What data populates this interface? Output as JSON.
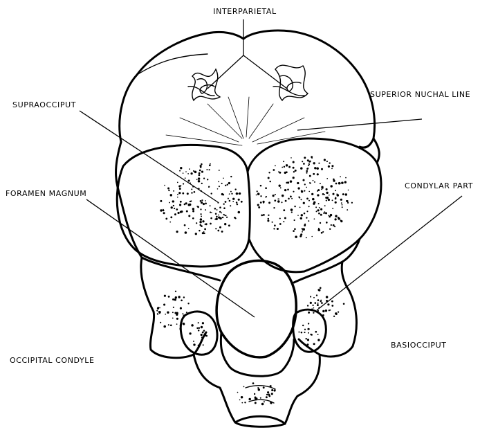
{
  "labels": {
    "interparietal": "INTERPARIETAL",
    "supraocciput": "SUPRAOCCIPUT",
    "superior_nuchal_line": "SUPERIOR NUCHAL LINE",
    "condylar_part": "CONDYLAR PART",
    "foramen_magnum": "FORAMEN MAGNUM",
    "occipital_condyle": "OCCIPITAL CONDYLE",
    "basiocciput": "BASIOCCIPUT"
  }
}
